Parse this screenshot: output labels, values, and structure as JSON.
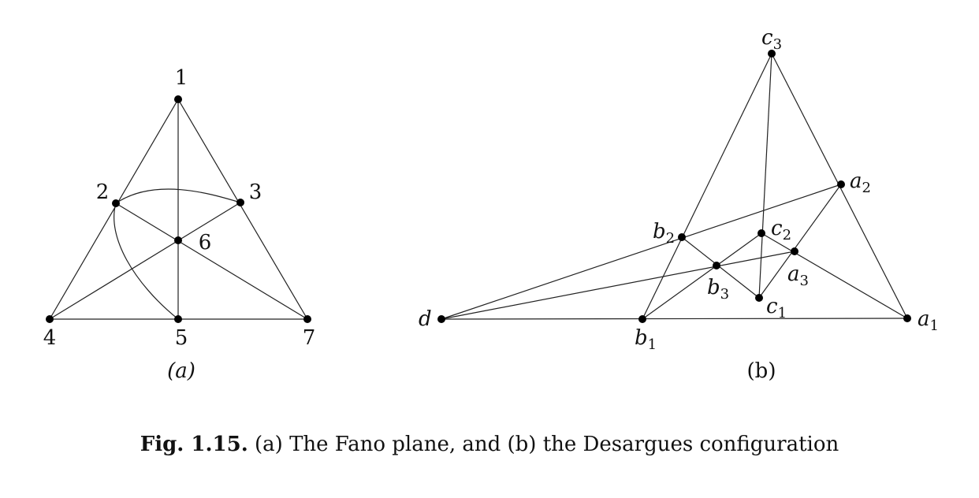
{
  "fano": {
    "points": [
      {
        "id": "1",
        "label": "1"
      },
      {
        "id": "2",
        "label": "2"
      },
      {
        "id": "3",
        "label": "3"
      },
      {
        "id": "4",
        "label": "4"
      },
      {
        "id": "5",
        "label": "5"
      },
      {
        "id": "6",
        "label": "6"
      },
      {
        "id": "7",
        "label": "7"
      }
    ],
    "lines": [
      [
        "1",
        "2",
        "4"
      ],
      [
        "1",
        "6",
        "5"
      ],
      [
        "1",
        "3",
        "7"
      ],
      [
        "4",
        "5",
        "7"
      ],
      [
        "2",
        "6",
        "7"
      ],
      [
        "3",
        "6",
        "4"
      ]
    ],
    "circle": [
      "2",
      "3",
      "5"
    ],
    "sublabel": "(a)"
  },
  "desargues": {
    "points": [
      {
        "id": "c3",
        "base": "c",
        "sub": "3"
      },
      {
        "id": "a2",
        "base": "a",
        "sub": "2"
      },
      {
        "id": "b2",
        "base": "b",
        "sub": "2"
      },
      {
        "id": "c2",
        "base": "c",
        "sub": "2"
      },
      {
        "id": "a3",
        "base": "a",
        "sub": "3"
      },
      {
        "id": "b3",
        "base": "b",
        "sub": "3"
      },
      {
        "id": "c1",
        "base": "c",
        "sub": "1"
      },
      {
        "id": "d",
        "base": "d",
        "sub": ""
      },
      {
        "id": "b1",
        "base": "b",
        "sub": "1"
      },
      {
        "id": "a1",
        "base": "a",
        "sub": "1"
      }
    ],
    "lines": [
      [
        "c3",
        "b2",
        "b1"
      ],
      [
        "c3",
        "a2",
        "a1"
      ],
      [
        "c3",
        "c2",
        "c1"
      ],
      [
        "d",
        "b1",
        "a1"
      ],
      [
        "d",
        "b2",
        "a2"
      ],
      [
        "d",
        "b3",
        "a3"
      ],
      [
        "b2",
        "b3",
        "c1"
      ],
      [
        "b1",
        "b3",
        "c2"
      ],
      [
        "a1",
        "a3",
        "c2"
      ],
      [
        "a2",
        "a3",
        "c1"
      ]
    ],
    "sublabel": "(b)"
  },
  "caption": {
    "bold": "Fig. 1.15.",
    "text": " (a) The Fano plane, and (b) the Desargues configuration"
  }
}
